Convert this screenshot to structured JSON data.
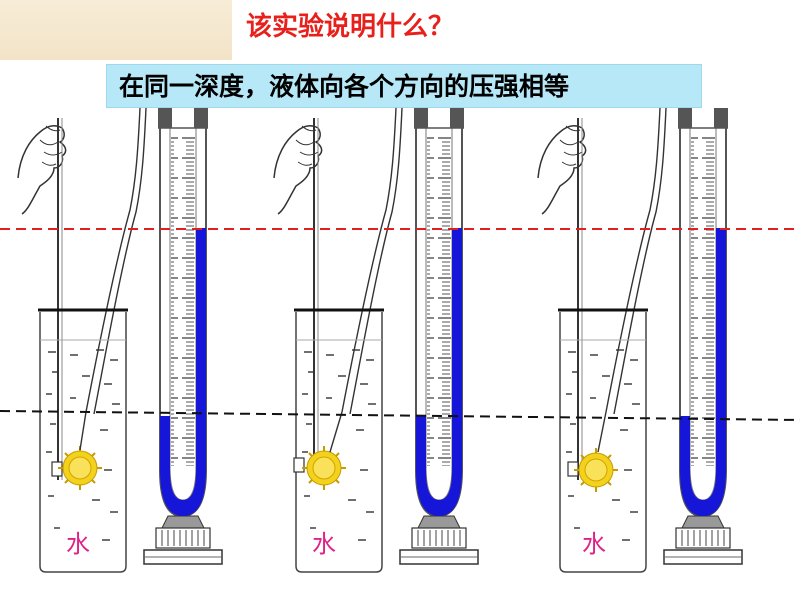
{
  "question": "该实验说明什么？",
  "answer": "在同一深度，液体向各个方向的压强相等",
  "water_label": "水",
  "colors": {
    "question": "#e8201c",
    "answer_bg": "#b6e8f7",
    "liquid": "#1616d8",
    "red_line": "#e02020",
    "membrane": "#f3d21c",
    "water_label": "#e0218a"
  }
}
